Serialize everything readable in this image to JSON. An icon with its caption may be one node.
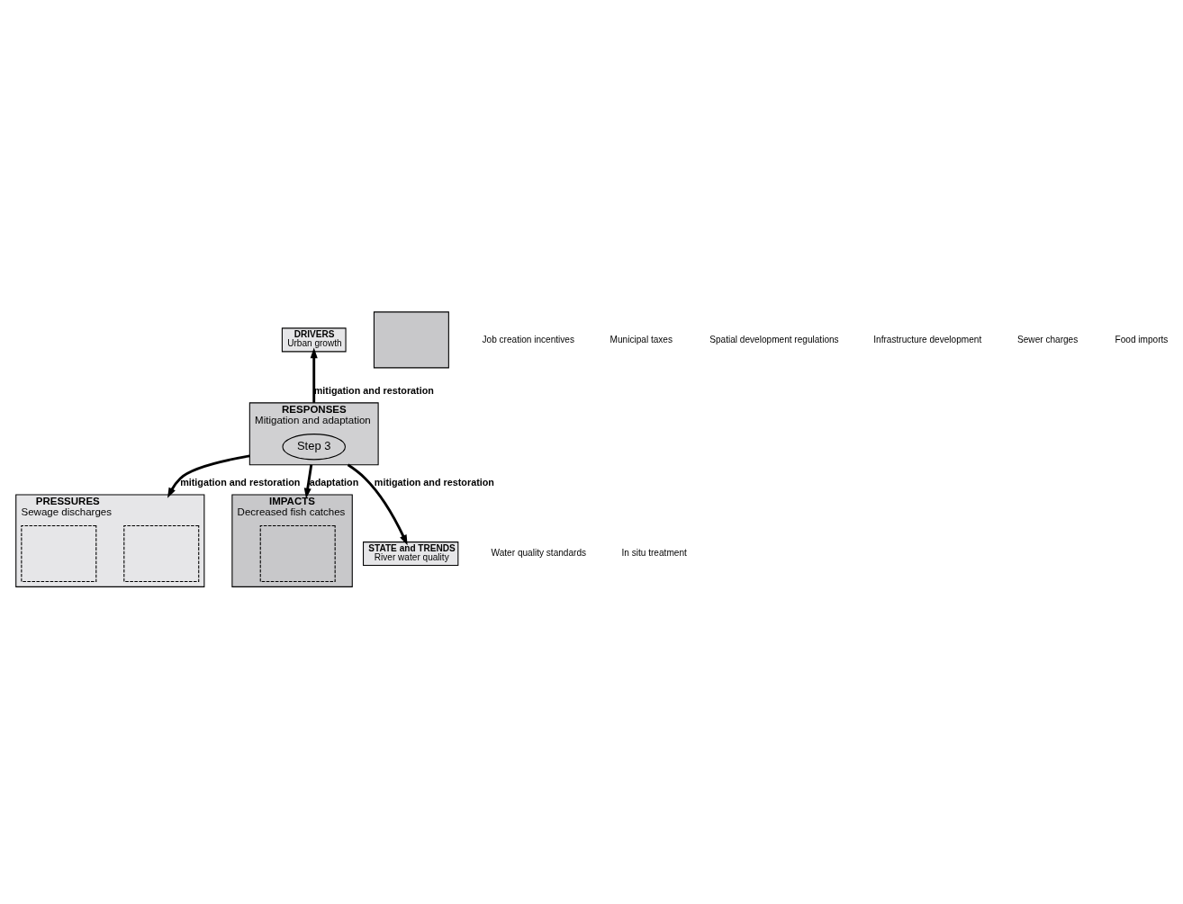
{
  "diagram": {
    "nodes": [
      {
        "text": [
          "DRIVERS",
          "Urban growth"
        ]
      },
      {
        "text": [
          "PRESSURES",
          "Sewage discharges"
        ]
      },
      {
        "text": [],
        "shape": "box",
        "in": 1
      },
      {
        "text": [],
        "shape": "box",
        "in": 1
      },
      {
        "text": [
          "IMPACTS",
          "Decreased fish catches"
        ]
      },
      {
        "text": [],
        "shape": "box",
        "in": 4
      },
      {
        "text": [],
        "shape": "box"
      },
      {
        "text": [
          "RESPONSES",
          "Mitigation and adaptation"
        ]
      },
      {
        "text": [
          "Step 3"
        ],
        "in": 7
      },
      {
        "text": [
          "STATE and TRENDS",
          "River water quality"
        ]
      }
    ],
    "edges": [
      {
        "from": 7,
        "to": 0,
        "arrow": "to",
        "label": "mitigation and restoration"
      },
      {
        "from": 7,
        "to": 1,
        "arrow": "to",
        "label": "mitigation and restoration"
      },
      {
        "from": 7,
        "to": 4,
        "arrow": "to",
        "label": "adaptation"
      },
      {
        "from": 7,
        "to": 9,
        "arrow": "to",
        "label": "mitigation and restoration"
      }
    ],
    "labels": [
      "Job creation incentives",
      "Municipal taxes",
      "Spatial development regulations",
      "Infrastructure development",
      "Sewer charges",
      "Food imports",
      "Water quality standards",
      "In situ treatment"
    ]
  }
}
